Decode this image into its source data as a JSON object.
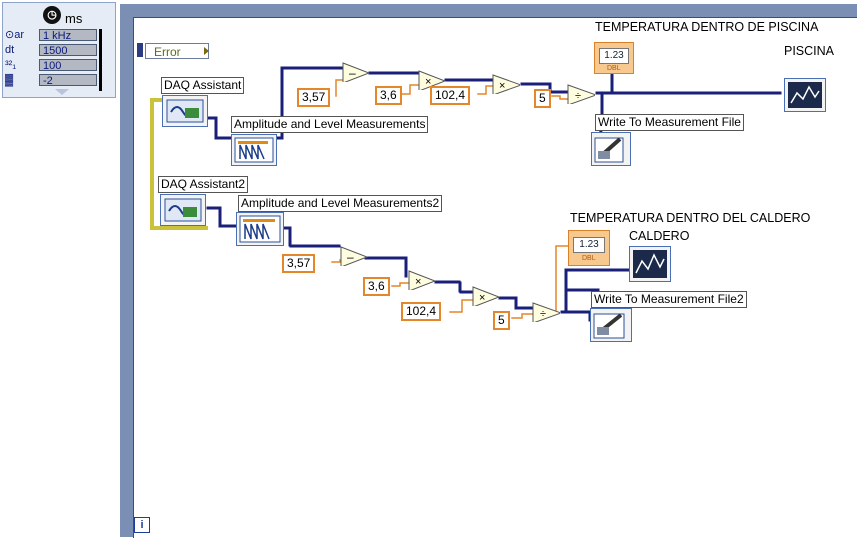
{
  "timing": {
    "unit": "ms",
    "rows": [
      {
        "icon": "clock-icon",
        "label": "⊙ar",
        "value": "1 kHz"
      },
      {
        "icon": "dt-icon",
        "label": "dt",
        "value": "1500"
      },
      {
        "icon": "offset-icon",
        "label": "³²₁",
        "value": "100"
      },
      {
        "icon": "priority-icon",
        "label": "▓",
        "value": "-2"
      }
    ]
  },
  "error_label": "Error",
  "iteration_terminal": "i",
  "top_chain": {
    "daq": "DAQ Assistant",
    "amplitude": "Amplitude and Level Measurements",
    "const_subtract": "3,57",
    "const_mult1": "3,6",
    "const_mult2": "102,4",
    "const_divide": "5",
    "indicator_title": "TEMPERATURA DENTRO DE PISCINA",
    "chart_title": "PISCINA",
    "indicator_value": "1.23",
    "write_file": "Write To Measurement File"
  },
  "bottom_chain": {
    "daq": "DAQ Assistant2",
    "amplitude": "Amplitude and Level Measurements2",
    "const_subtract": "3,57",
    "const_mult1": "3,6",
    "const_mult2": "102,4",
    "const_divide": "5",
    "indicator_title": "TEMPERATURA DENTRO DEL CALDERO",
    "chart_title": "CALDERO",
    "indicator_value": "1.23",
    "write_file": "Write To Measurement File2"
  },
  "colors": {
    "loop_frame": "#7a8fb3",
    "wire_dynamic": "#1a1f7a",
    "wire_double": "#e4862a",
    "wire_error": "#c9c23a"
  }
}
